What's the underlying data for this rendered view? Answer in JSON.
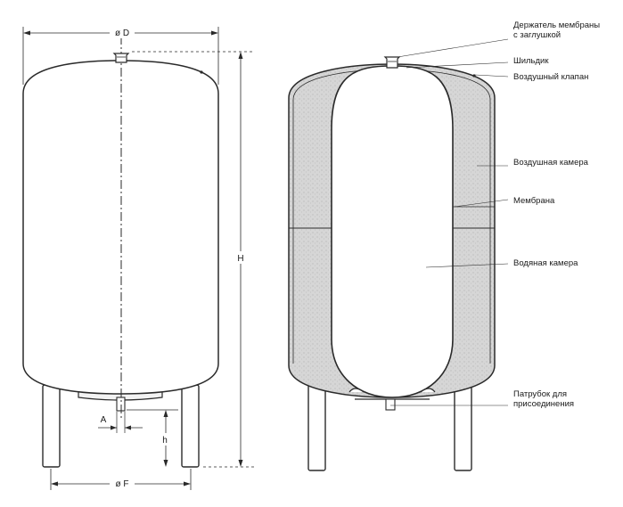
{
  "dimensions": {
    "diameter_top": "ø D",
    "height": "H",
    "offset_a": "A",
    "leg_height": "h",
    "diameter_feet": "ø F"
  },
  "callouts": {
    "membrane_holder_line1": "Держатель мембраны",
    "membrane_holder_line2": "с заглушкой",
    "nameplate": "Шильдик",
    "air_valve": "Воздушный клапан",
    "air_chamber": "Воздушная камера",
    "membrane": "Мембрана",
    "water_chamber": "Водяная камера",
    "connection_line1": "Патрубок для",
    "connection_line2": "присоединения"
  },
  "colors": {
    "line": "#2a2a2a",
    "air_chamber_fill": "#d4d4d4"
  }
}
